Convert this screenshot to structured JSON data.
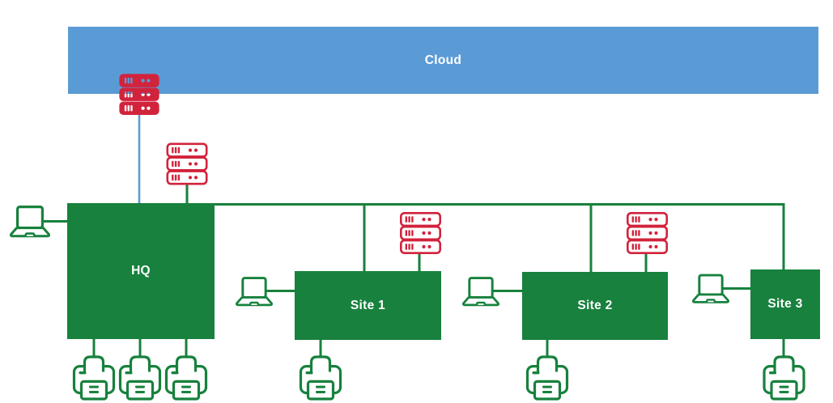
{
  "colors": {
    "cloud_blue": "#5b9bd5",
    "link_blue": "#5b9bd5",
    "green": "#17813d",
    "red": "#d2233c",
    "white": "#ffffff",
    "label_text": "#ffffff"
  },
  "cloud": {
    "label": "Cloud"
  },
  "nodes": [
    {
      "id": "hq",
      "label": "HQ"
    },
    {
      "id": "site1",
      "label": "Site 1"
    },
    {
      "id": "site2",
      "label": "Site 2"
    },
    {
      "id": "site3",
      "label": "Site 3"
    }
  ],
  "icons": {
    "cloud_server": "rack-server-solid-icon",
    "hq_server": "rack-server-outline-icon",
    "site1_server": "rack-server-outline-icon",
    "site2_server": "rack-server-outline-icon",
    "laptop": "laptop-icon",
    "printer": "printer-icon"
  },
  "links": [
    {
      "from": "cloud-server",
      "to": "hq",
      "color": "blue"
    },
    {
      "from": "hq-server",
      "to": "hq",
      "color": "green"
    },
    {
      "from": "hq",
      "to": "site1",
      "color": "green"
    },
    {
      "from": "hq",
      "to": "site2",
      "color": "green"
    },
    {
      "from": "hq",
      "to": "site3",
      "color": "green"
    },
    {
      "from": "site1-server",
      "to": "site1",
      "color": "green"
    },
    {
      "from": "site2-server",
      "to": "site2",
      "color": "green"
    },
    {
      "from": "laptop",
      "to": "hq",
      "color": "green"
    },
    {
      "from": "laptop",
      "to": "site1",
      "color": "green"
    },
    {
      "from": "laptop",
      "to": "site2",
      "color": "green"
    },
    {
      "from": "laptop",
      "to": "site3",
      "color": "green"
    },
    {
      "from": "hq",
      "to": "printer-1",
      "color": "green"
    },
    {
      "from": "hq",
      "to": "printer-2",
      "color": "green"
    },
    {
      "from": "hq",
      "to": "printer-3",
      "color": "green"
    },
    {
      "from": "site1",
      "to": "printer",
      "color": "green"
    },
    {
      "from": "site2",
      "to": "printer",
      "color": "green"
    },
    {
      "from": "site3",
      "to": "printer",
      "color": "green"
    }
  ]
}
